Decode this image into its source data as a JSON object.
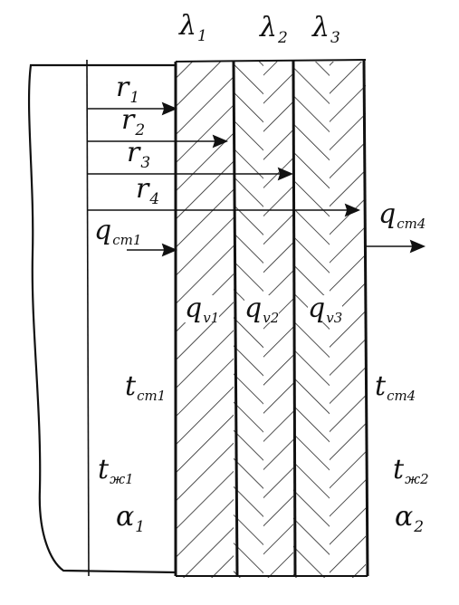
{
  "layers": [
    {
      "symbol": "λ",
      "index": "1",
      "heat_source": {
        "q": "q",
        "sub": "v1"
      }
    },
    {
      "symbol": "λ",
      "index": "2",
      "heat_source": {
        "q": "q",
        "sub": "v2"
      }
    },
    {
      "symbol": "λ",
      "index": "3",
      "heat_source": {
        "q": "q",
        "sub": "v3"
      }
    }
  ],
  "radii": [
    {
      "symbol": "r",
      "index": "1"
    },
    {
      "symbol": "r",
      "index": "2"
    },
    {
      "symbol": "r",
      "index": "3"
    },
    {
      "symbol": "r",
      "index": "4"
    }
  ],
  "left_side": {
    "flux": {
      "main": "q",
      "sub": "ст1"
    },
    "wall_temp": {
      "main": "t",
      "sub": "ст1"
    },
    "fluid_temp": {
      "main": "t",
      "sub": "ж1"
    },
    "heat_coef": {
      "main": "α",
      "sub": "1"
    }
  },
  "right_side": {
    "flux": {
      "main": "q",
      "sub": "ст4"
    },
    "wall_temp": {
      "main": "t",
      "sub": "ст4"
    },
    "fluid_temp": {
      "main": "t",
      "sub": "ж2"
    },
    "heat_coef": {
      "main": "α",
      "sub": "2"
    }
  }
}
